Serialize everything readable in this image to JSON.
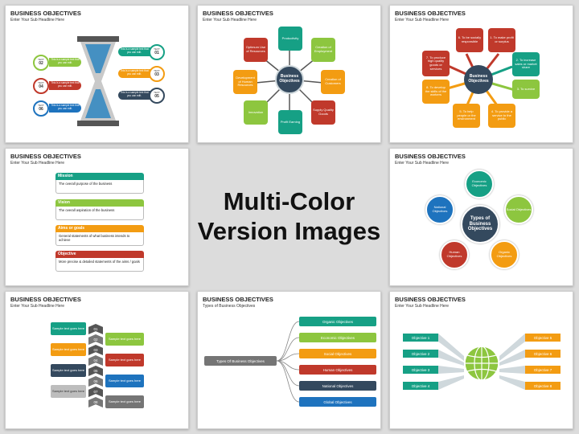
{
  "slide_title": "BUSINESS OBJECTIVES",
  "slide_subtitle": "Enter Your Sub Headline Here",
  "center_text_line1": "Multi-Color",
  "center_text_line2": "Version Images",
  "slide1": {
    "callouts": [
      "This is a sample text that you can edit.",
      "This is a sample text that you can edit.",
      "This is a sample text that you can edit.",
      "This is a sample text that you can edit.",
      "This is a sample text that you can edit.",
      "This is a sample text that you can edit."
    ],
    "left_labels": [
      {
        "t": "TEXT",
        "n": "02"
      },
      {
        "t": "TEXT",
        "n": "04"
      },
      {
        "t": "TEXT",
        "n": "06"
      }
    ],
    "right_labels": [
      {
        "t": "TEXT",
        "n": "01"
      },
      {
        "t": "TEXT",
        "n": "03"
      },
      {
        "t": "TEXT",
        "n": "05"
      }
    ]
  },
  "slide2": {
    "center": "Business Objectives",
    "items": [
      "Productivity",
      "Creation of Employment",
      "Creation of Customers",
      "Supply Quality Goods",
      "Profit Earning",
      "Innovation",
      "Development of Human Resources",
      "Optimum Use of Resources"
    ]
  },
  "slide3": {
    "center": "Business Objectives",
    "items": [
      "6. To be socially responsible",
      "1. To make profit or surplus",
      "2. To increase sales or market share",
      "3. To survive",
      "4. To provide a service to the public",
      "5. To help people or the environment",
      "8. To develop the skills of the workers",
      "7. To produce high quality goods or services"
    ]
  },
  "slide4": {
    "items": [
      {
        "head": "Mission",
        "body": "The overall purpose of the business"
      },
      {
        "head": "Vision",
        "body": "The overall aspiration of the business"
      },
      {
        "head": "Aims or goals",
        "body": "General statements of what business intends to achieve"
      },
      {
        "head": "Objective",
        "body": "More precise & detailed statements of the aims / goals"
      }
    ]
  },
  "slide5": {
    "center": "Types of Business Objectives",
    "items": [
      "Economic Objectives",
      "Social Objectives",
      "Organic Objectives",
      "Human Objectives",
      "National Objectives"
    ]
  },
  "slide6": {
    "left": [
      "Sample text goes here",
      "Sample text goes here",
      "Sample text goes here",
      "Sample text goes here"
    ],
    "right": [
      "Sample text goes here",
      "Sample text goes here",
      "Sample text goes here",
      "Sample text goes here"
    ],
    "numbers": [
      "01",
      "02",
      "03",
      "04",
      "05",
      "06",
      "07",
      "08"
    ]
  },
  "slide7": {
    "subtitle": "Types of Business Objectives",
    "root": "Types Of Business Objectives",
    "items": [
      "Organic Objectives",
      "Economic Objectives",
      "Social Objectives",
      "Human Objectives",
      "National Objectives",
      "Global Objectives"
    ]
  },
  "slide8": {
    "left": [
      "Objective 1",
      "Objective 2",
      "Objective 3",
      "Objective 4"
    ],
    "right": [
      "Objective 5",
      "Objective 6",
      "Objective 7",
      "Objective 8"
    ]
  },
  "colors": {
    "red": "#c0392b",
    "teal": "#16a085",
    "green": "#8dc63f",
    "orange": "#f39c12",
    "blue": "#1e73be",
    "slate": "#34495e"
  }
}
